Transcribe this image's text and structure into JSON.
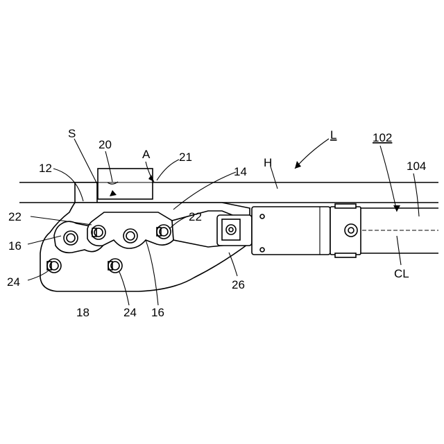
{
  "labels": {
    "S": "S",
    "n20": "20",
    "A": "A",
    "n21": "21",
    "L": "L",
    "n102": "102",
    "n12": "12",
    "H": "H",
    "n14": "14",
    "n104": "104",
    "n22a": "22",
    "n22b": "22",
    "n16a": "16",
    "n24a": "24",
    "n18": "18",
    "n24b": "24",
    "n16b": "16",
    "n26": "26",
    "CL": "CL"
  }
}
